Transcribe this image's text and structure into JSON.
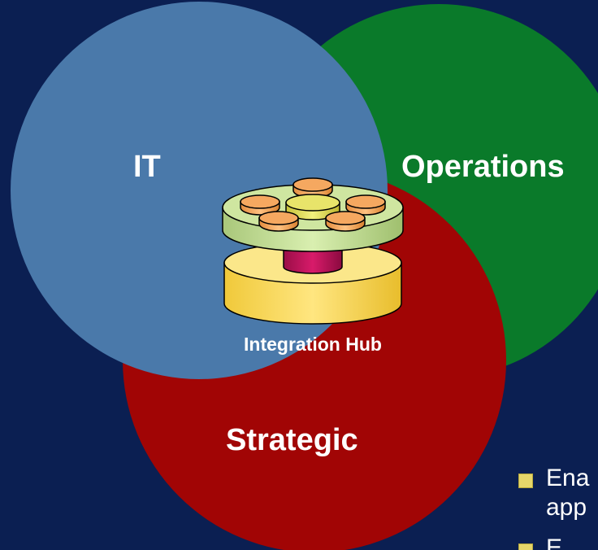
{
  "diagram": {
    "circles": [
      {
        "label": "IT",
        "color": "#4a79aa"
      },
      {
        "label": "Operations",
        "color": "#0a7a2a"
      },
      {
        "label": "Strategic",
        "color": "#a10505"
      }
    ],
    "hub_label": "Integration Hub",
    "hub_colors": {
      "top_disk": "#cfe6a0",
      "bottom_disk": "#fbe78a",
      "connector": "#c0145a",
      "pucks": "#f5a860",
      "center_puck": "#e8e46a"
    }
  },
  "bullets": [
    {
      "text": "Ena",
      "continuation": "app"
    },
    {
      "text": "E"
    }
  ]
}
